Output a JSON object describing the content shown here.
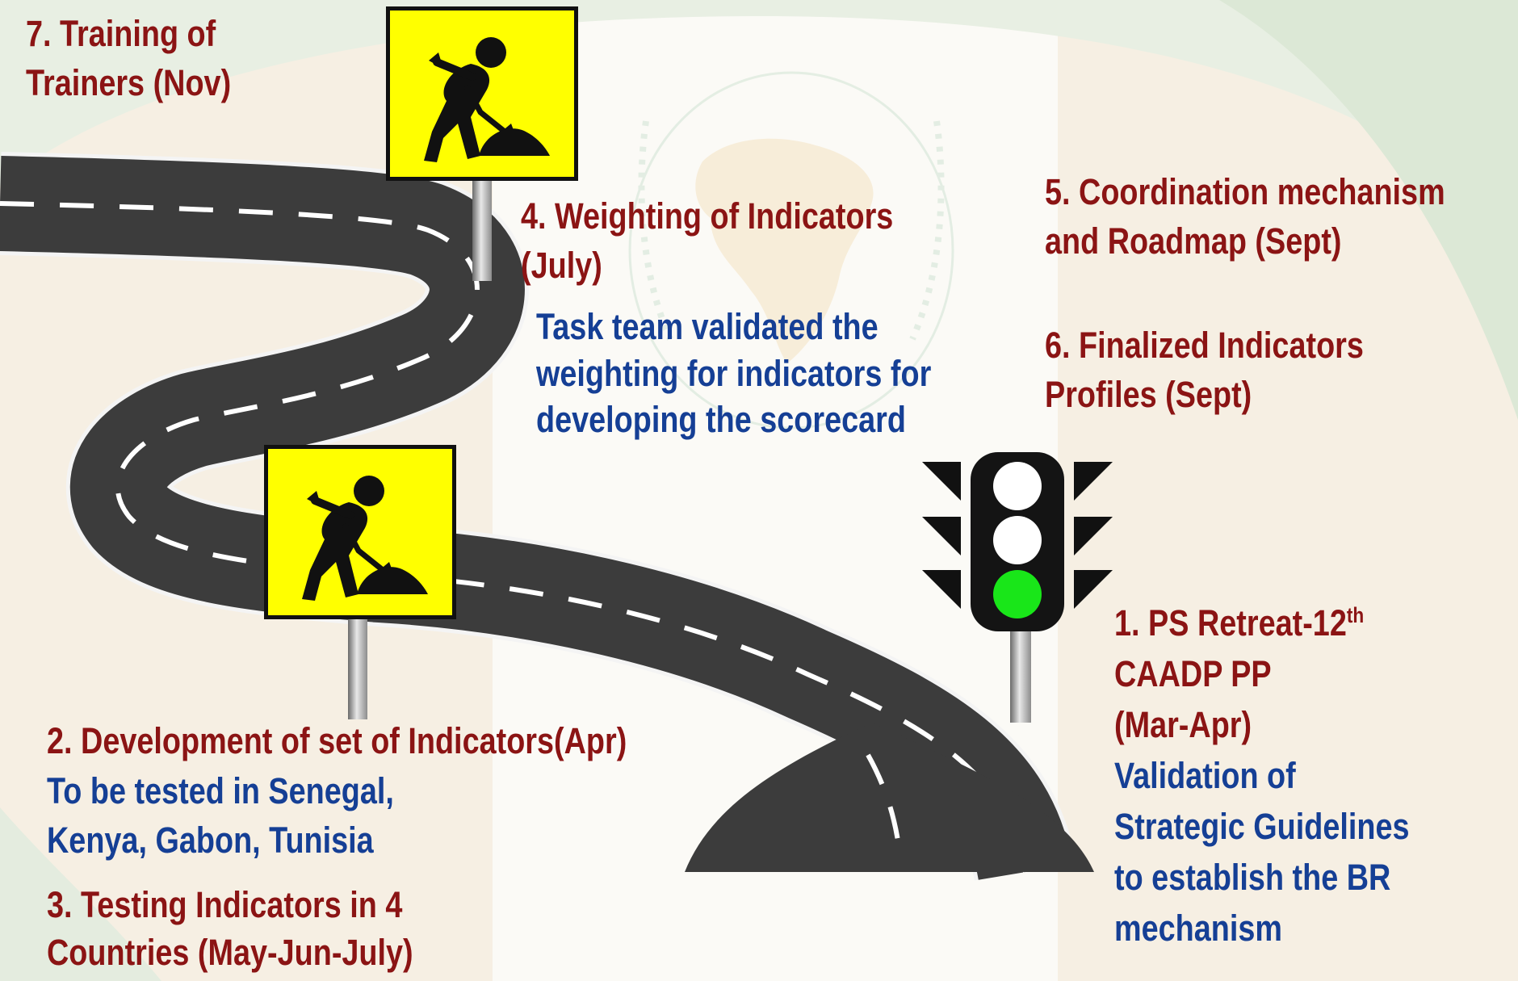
{
  "colors": {
    "background": "#f6efe3",
    "label_red": "#8b1414",
    "label_blue": "#153f95",
    "sign_yellow": "#ffff00",
    "road_gray": "#3c3c3c",
    "light_green": "#19e619"
  },
  "icons": {
    "sign_top": "worker-shoveling-icon",
    "sign_middle": "worker-shoveling-icon",
    "traffic_light": "traffic-light-green-icon",
    "watermark": "au-emblem-watermark"
  },
  "milestones": {
    "m7": {
      "line1": "7. Training of",
      "line2": "Trainers (Nov)"
    },
    "m4": {
      "line1": "4. Weighting of Indicators",
      "line2": "(July)",
      "note1": "Task team validated the",
      "note2": "weighting for indicators  for",
      "note3": "developing the scorecard"
    },
    "m5": {
      "line1": "5. Coordination mechanism",
      "line2": "and Roadmap (Sept)"
    },
    "m6": {
      "line1": "6. Finalized Indicators",
      "line2": "Profiles (Sept)"
    },
    "m1": {
      "line1": "1. PS Retreat-12",
      "sup": "th",
      "line2": "CAADP PP",
      "line3": "(Mar-Apr)",
      "note1": "Validation of",
      "note2": "Strategic Guidelines",
      "note3": "to establish the BR",
      "note4": "mechanism"
    },
    "m2": {
      "line1": "2. Development of set of Indicators(Apr)",
      "note1": "To be tested in Senegal,",
      "note2": "Kenya, Gabon, Tunisia"
    },
    "m3": {
      "line1": "3. Testing Indicators in 4",
      "line2": "Countries (May-Jun-July)"
    }
  }
}
